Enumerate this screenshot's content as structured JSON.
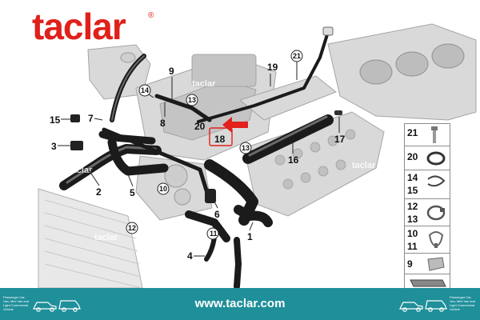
{
  "brand": {
    "name": "taclar",
    "mark": "®",
    "watermark": "taclar"
  },
  "callouts": [
    "1",
    "2",
    "3",
    "4",
    "5",
    "6",
    "7",
    "8",
    "9",
    "10",
    "11",
    "12",
    "13",
    "14",
    "15",
    "16",
    "17",
    "18",
    "19",
    "20",
    "21"
  ],
  "sidebar_parts": [
    {
      "label": "21",
      "icon": "bolt-icon"
    },
    {
      "label": "20",
      "icon": "o-ring-icon"
    },
    {
      "label": "14",
      "label2": "15",
      "icon": "spring-clamp-icon"
    },
    {
      "label": "12",
      "label2": "13",
      "icon": "hose-clamp-icon"
    },
    {
      "label": "10",
      "label2": "11",
      "icon": "spring-clip-icon"
    },
    {
      "label": "9",
      "icon": "retainer-clip-icon"
    }
  ],
  "footer": {
    "url": "www.taclar.com",
    "note": "Passenger Car, Van, Mini Van and Light Commercial Vehicle"
  },
  "colors": {
    "brand_red": "#e0201b",
    "footer_teal": "#1f8f9a",
    "arrow_red": "#e3201b"
  }
}
